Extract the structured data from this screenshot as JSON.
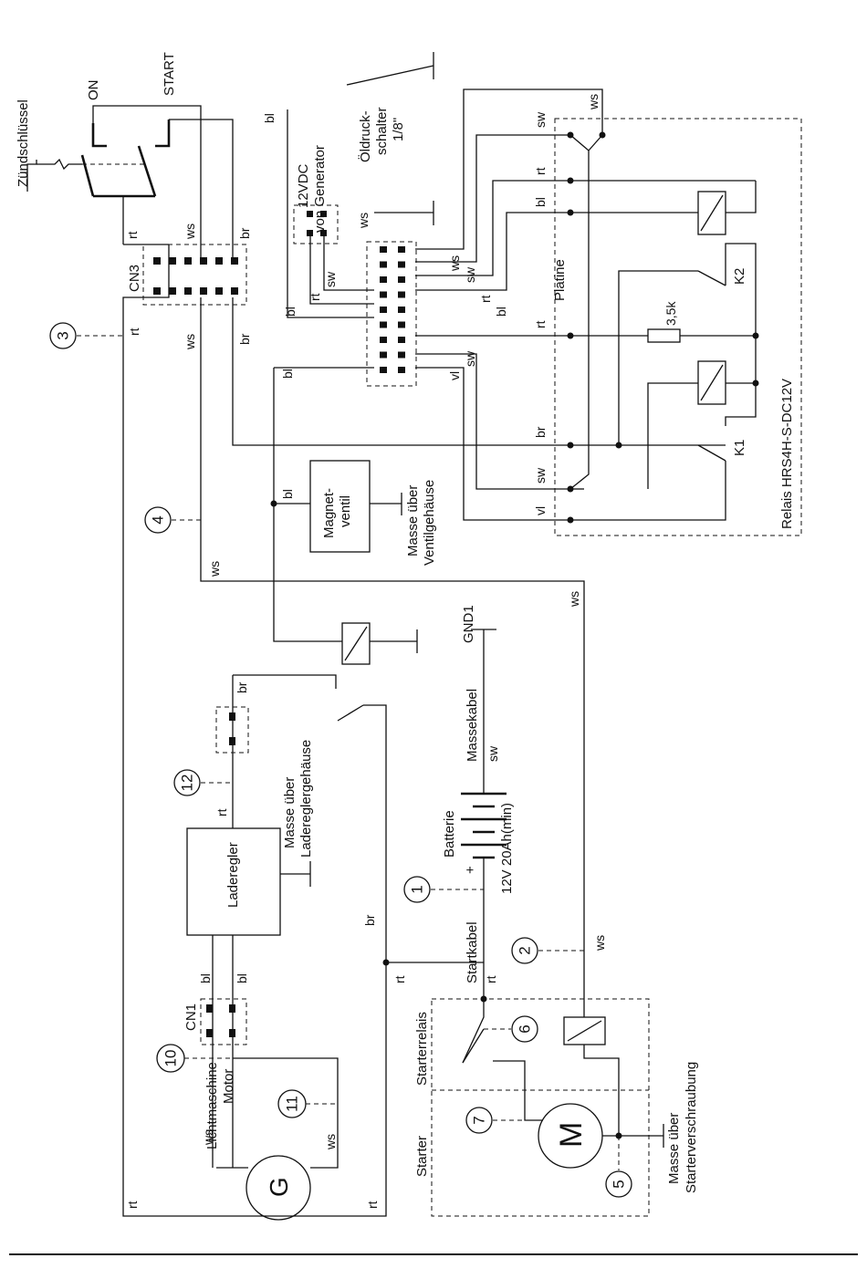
{
  "labels": {
    "zuendschluessel": "Zündschlüssel",
    "on": "ON",
    "start": "START",
    "cn3": "CN3",
    "cn1": "CN1",
    "generator": "12VDC\nvon Generator",
    "oeldruck": "Öldruck-\nschalter\n1/8\"",
    "platine": "Platine",
    "relais": "Relais HRS4H-S-DC12V",
    "k1": "K1",
    "k2": "K2",
    "resistor": "3,5k",
    "magnetventil": "Magnet-\nventil",
    "masse_ventil": "Masse über\nVentilgehäuse",
    "gnd1": "GND1",
    "massekabel": "Massekabel",
    "batterie": "Batterie",
    "batt_spec": "12V 20Ah(min)",
    "startkabel": "Startkabel",
    "laderegler": "Laderegler",
    "masse_laderegler": "Masse über\nLadereglergehäuse",
    "lichtmaschine": "Lichtmaschine\nMotor",
    "g": "G",
    "m": "M",
    "starter": "Starter",
    "starterrelais": "Starterrelais",
    "masse_starter": "Masse über\nStarterverschraubung",
    "plus": "+",
    "minus": "–"
  },
  "wires": {
    "rt": "rt",
    "ws": "ws",
    "br": "br",
    "bl": "bl",
    "sw": "sw",
    "vl": "vl"
  },
  "test_points": [
    "1",
    "2",
    "3",
    "4",
    "5",
    "6",
    "7",
    "10",
    "11",
    "12"
  ]
}
